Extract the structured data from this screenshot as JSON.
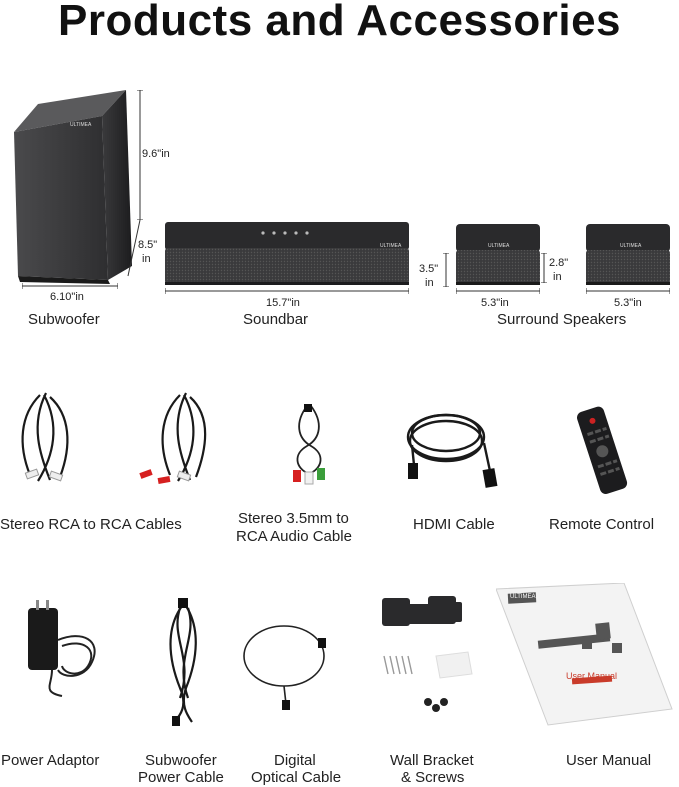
{
  "title": "Products and Accessories",
  "brand": "ULTIMEA",
  "main_units": {
    "subwoofer": {
      "label": "Subwoofer",
      "height": "9.6\"in",
      "depth": "8.5\"",
      "depth_unit": "in",
      "width": "6.10\"in"
    },
    "soundbar": {
      "label": "Soundbar",
      "width": "15.7\"in"
    },
    "surround": {
      "label": "Surround Speakers",
      "height_left": "3.5\"",
      "height_left_unit": "in",
      "height_right": "2.8\"",
      "height_right_unit": "in",
      "width_left": "5.3\"in",
      "width_right": "5.3\"in"
    }
  },
  "accessories_row1": [
    {
      "label": "Stereo RCA to RCA Cables"
    },
    {
      "label_line1": "Stereo 3.5mm to",
      "label_line2": "RCA Audio Cable"
    },
    {
      "label": "HDMI Cable"
    },
    {
      "label": "Remote Control"
    }
  ],
  "accessories_row2": [
    {
      "label": "Power Adaptor"
    },
    {
      "label_line1": "Subwoofer",
      "label_line2": "Power Cable"
    },
    {
      "label_line1": "Digital",
      "label_line2": "Optical Cable"
    },
    {
      "label_line1": "Wall Bracket",
      "label_line2": "& Screws"
    },
    {
      "label": "User Manual"
    }
  ],
  "manual_cover_text": "User Manual"
}
